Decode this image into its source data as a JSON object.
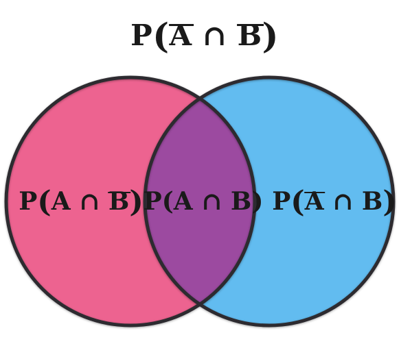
{
  "diagram": {
    "type": "venn-2-set-probability",
    "title": {
      "text": "P(A̅ ∩ B̅)",
      "parts": [
        {
          "t": "P"
        },
        {
          "t": "(",
          "paren": true
        },
        {
          "t": "A",
          "ov": true
        },
        {
          "t": " ∩ "
        },
        {
          "t": "B",
          "ov": true
        },
        {
          "t": ")",
          "paren": true
        }
      ]
    },
    "regions": {
      "left_only": {
        "text": "P(A ∩ B̅)",
        "parts": [
          {
            "t": "P"
          },
          {
            "t": "(",
            "paren": true
          },
          {
            "t": "A"
          },
          {
            "t": " ∩ "
          },
          {
            "t": "B",
            "ov": true
          },
          {
            "t": ")",
            "paren": true
          }
        ]
      },
      "intersection": {
        "text": "P(A ∩ B)",
        "parts": [
          {
            "t": "P(A ∩ B)"
          }
        ]
      },
      "right_only": {
        "text": "P(A̅ ∩ B)",
        "parts": [
          {
            "t": "P"
          },
          {
            "t": "(",
            "paren": true
          },
          {
            "t": "A",
            "ov": true
          },
          {
            "t": " ∩ B"
          },
          {
            "t": ")",
            "paren": true
          }
        ]
      }
    },
    "colors": {
      "left_fill": "#ED6390",
      "right_fill": "#62BCF0",
      "overlap_fill": "#9C4AA0",
      "outline": "#2D2B30",
      "text": "#1A1A1A",
      "background": "#FFFFFF"
    }
  }
}
